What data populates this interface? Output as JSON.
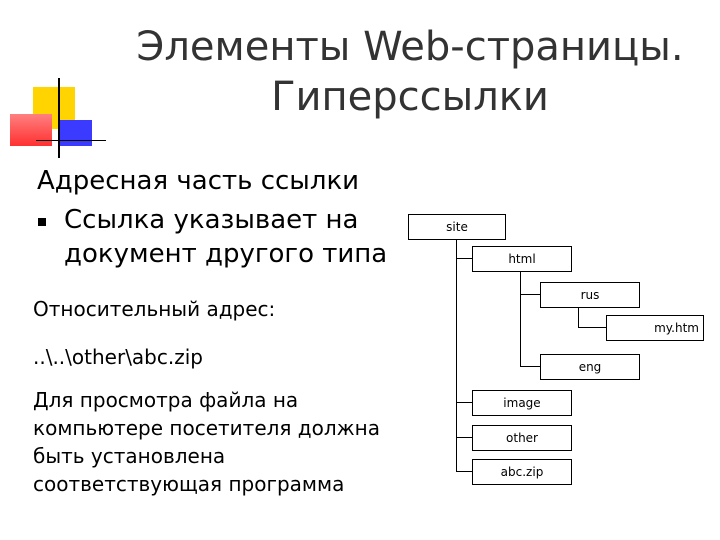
{
  "slide": {
    "title_line1": "Элементы Web-страницы.",
    "title_line2": "Гиперссылки",
    "heading": "Адресная часть ссылки",
    "bullet_line1": "Ссылка указывает на",
    "bullet_line2": "документ другого типа",
    "relative_label": "Относительный адрес:",
    "relative_path": "..\\..\\other\\abc.zip",
    "note_lines": [
      "Для просмотра файла на",
      "компьютере посетителя должна",
      "быть установлена",
      "соответствующая программа"
    ]
  },
  "tree": {
    "nodes": [
      "site",
      "html",
      "rus",
      "my.htm",
      "eng",
      "image",
      "other",
      "abc.zip"
    ]
  },
  "colors": {
    "yellow": "#ffd400",
    "red": "#ff5a5a",
    "blue": "#3b3bff",
    "text": "#333333"
  }
}
